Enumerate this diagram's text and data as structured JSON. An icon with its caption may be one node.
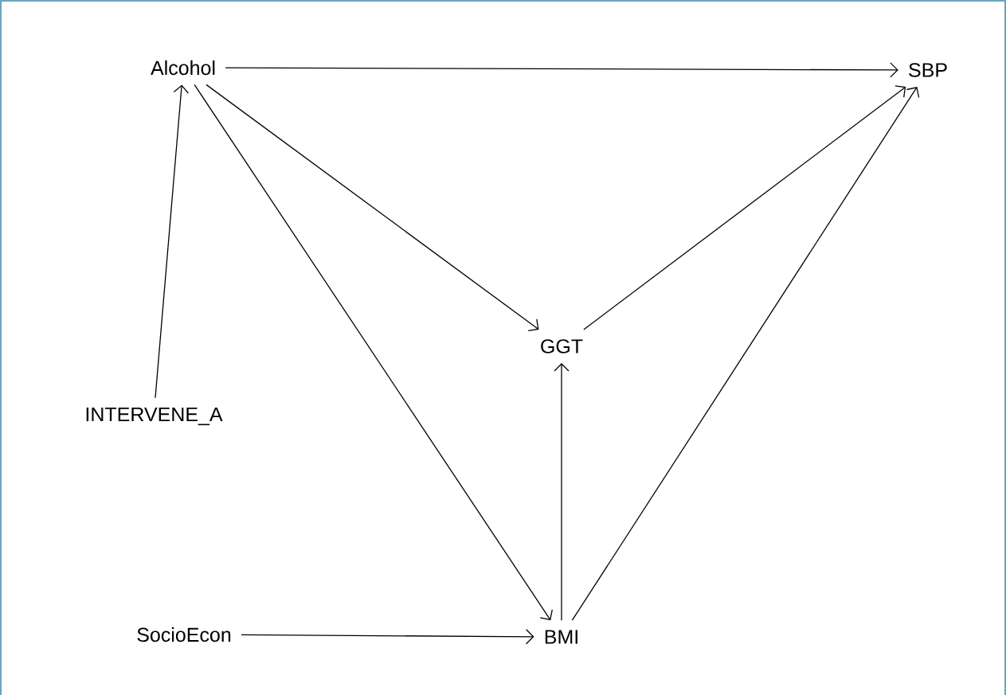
{
  "diagram": {
    "nodes": [
      {
        "text": [
          "Alcohol"
        ]
      },
      {
        "text": [
          "SBP"
        ]
      },
      {
        "text": [
          "GGT"
        ]
      },
      {
        "text": [
          "INTERVENE_A"
        ]
      },
      {
        "text": [
          "SocioEcon"
        ]
      },
      {
        "text": [
          "BMI"
        ]
      }
    ],
    "edges": [
      {
        "from": 0,
        "to": 1,
        "arrow": "to"
      },
      {
        "from": 0,
        "to": 2,
        "arrow": "to"
      },
      {
        "from": 0,
        "to": 5,
        "arrow": "to"
      },
      {
        "from": 3,
        "to": 0,
        "arrow": "to"
      },
      {
        "from": 2,
        "to": 1,
        "arrow": "to"
      },
      {
        "from": 5,
        "to": 2,
        "arrow": "to"
      },
      {
        "from": 5,
        "to": 1,
        "arrow": "to"
      },
      {
        "from": 4,
        "to": 5,
        "arrow": "to"
      }
    ]
  }
}
